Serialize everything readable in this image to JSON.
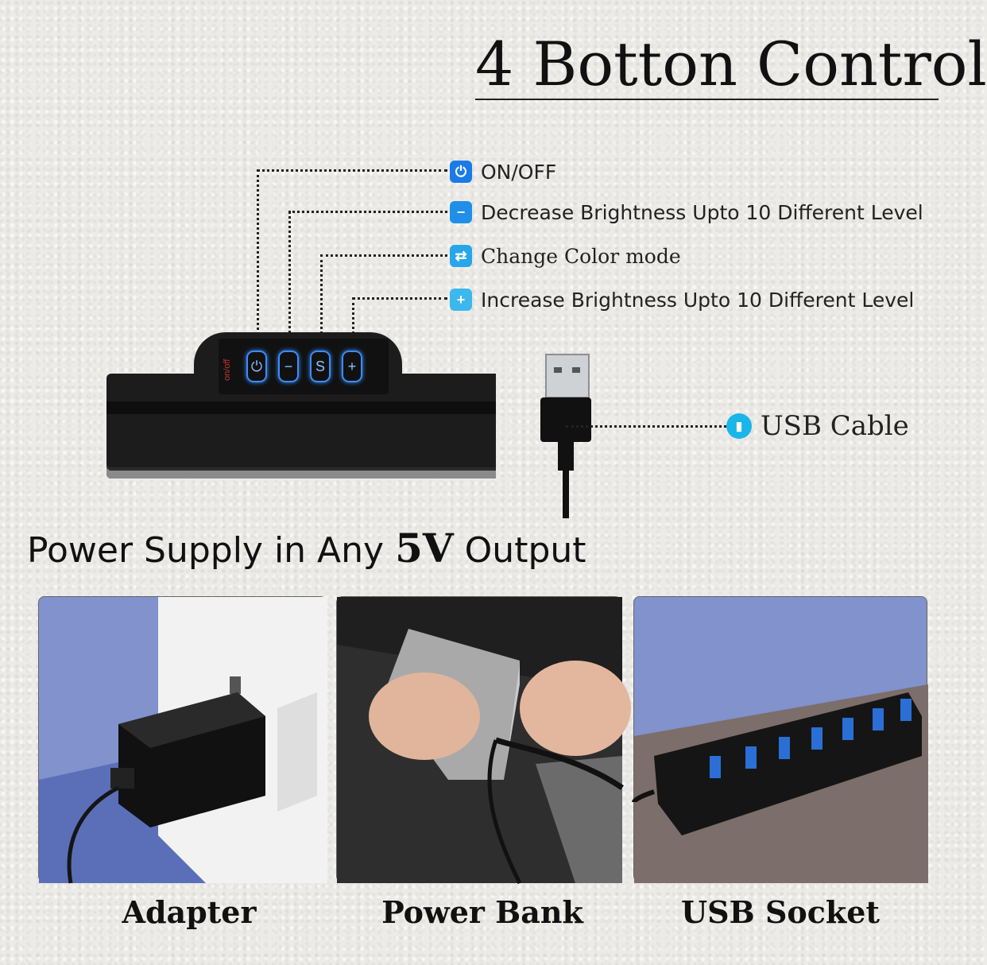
{
  "title": "4 Botton Control",
  "controls": [
    {
      "label": "ON/OFF",
      "icon": "power-icon",
      "color": "#1a7be6"
    },
    {
      "label": "Decrease Brightness Upto 10 Different Level",
      "icon": "minus-icon",
      "color": "#1f8fe8"
    },
    {
      "label": "Change Color mode",
      "icon": "swap-icon",
      "color": "#28a6ea"
    },
    {
      "label": "Increase Brightness Upto 10 Different Level",
      "icon": "plus-icon",
      "color": "#3cb8ee"
    }
  ],
  "device": {
    "panel_label": "on/off",
    "buttons": [
      "⏻",
      "−",
      "S",
      "+"
    ]
  },
  "usb": {
    "label": "USB Cable",
    "icon": "usb-icon",
    "color": "#1ab6ea"
  },
  "supply": {
    "prefix": "Power Supply in Any",
    "voltage": "5V",
    "suffix": "Output"
  },
  "sources": [
    {
      "caption": "Adapter"
    },
    {
      "caption": "Power Bank"
    },
    {
      "caption": "USB Socket"
    }
  ],
  "colors": {
    "card_blue": "#8192cc",
    "card_dark": "#3d3d3d",
    "card_brown": "#7c6e6a"
  }
}
